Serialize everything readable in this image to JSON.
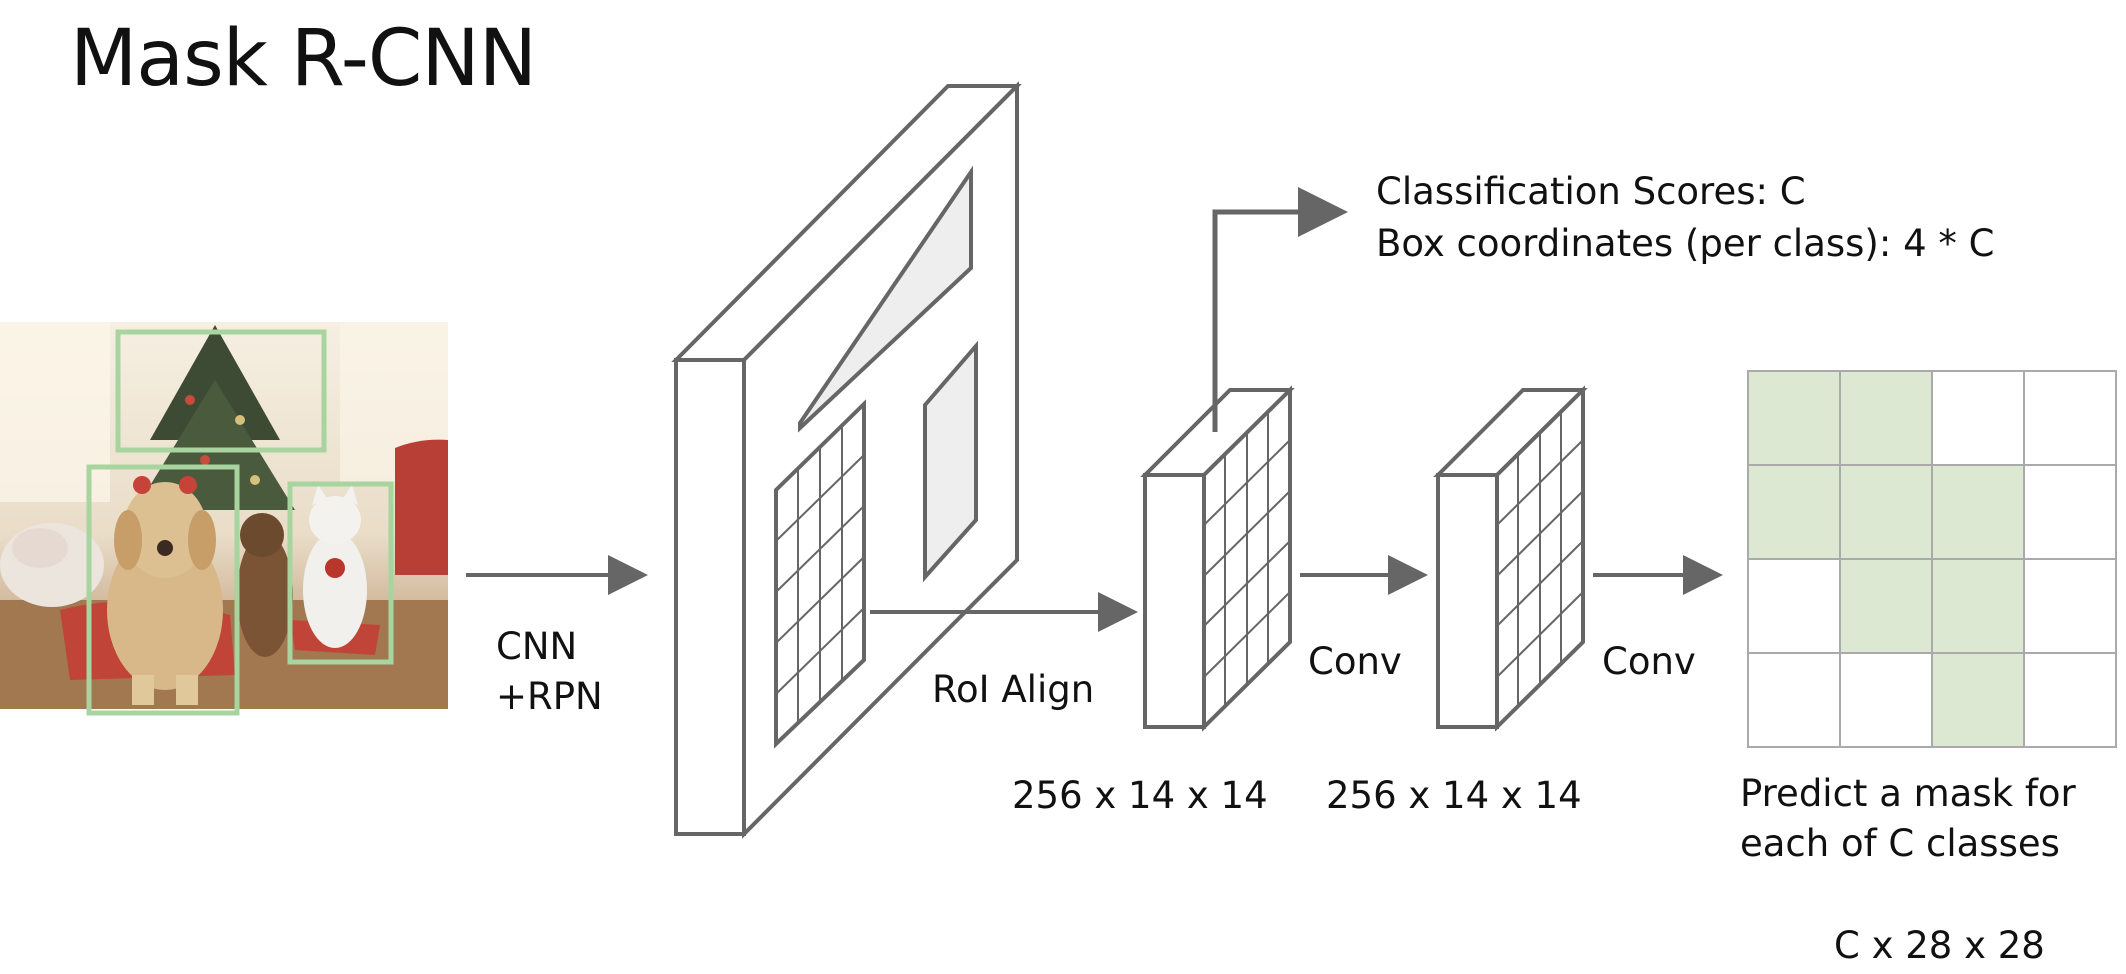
{
  "title": "Mask R-CNN",
  "labels": {
    "cnn_line1": "CNN",
    "cnn_line2": "+RPN",
    "roi_align": "RoI Align",
    "conv_1": "Conv",
    "conv_2": "Conv",
    "classification_scores": "Classification Scores: C",
    "box_coordinates": "Box coordinates (per class): 4 * C",
    "dims_1": "256 x 14 x 14",
    "dims_2": "256 x 14 x 14",
    "mask_line1": "Predict a mask for",
    "mask_line2": "each of C classes",
    "mask_dims": "C x 28 x 28"
  },
  "mask_grid": {
    "rows": 4,
    "cols": 4,
    "filled": [
      [
        1,
        1,
        0,
        0
      ],
      [
        1,
        1,
        1,
        0
      ],
      [
        0,
        1,
        1,
        0
      ],
      [
        0,
        0,
        1,
        0
      ]
    ]
  },
  "colors": {
    "line": "#666666",
    "box_green": "#a8d4a0",
    "mask_fill": "#dde8d3",
    "grid_line": "#aaaaaa",
    "region_fill": "#eeeeee"
  }
}
